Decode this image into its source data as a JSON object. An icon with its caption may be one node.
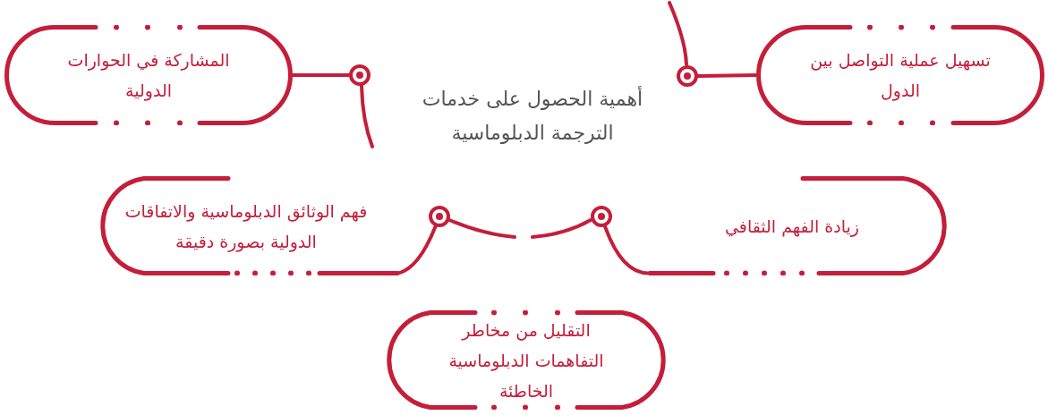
{
  "diagram": {
    "title": "أهمية الحصول على خدمات الترجمة الدبلوماسية",
    "nodes": [
      {
        "text": [
          "المشاركة في الحوارات الدولية"
        ]
      },
      {
        "text": [],
        "shape": "circle"
      },
      {
        "text": [
          "تسهيل عملية التواصل بين الدول"
        ]
      },
      {
        "text": [],
        "shape": "circle"
      },
      {
        "text": [
          "فهم الوثائق الدبلوماسية والاتفاقات الدولية بصورة دقيقة"
        ]
      },
      {
        "text": [],
        "shape": "circle"
      },
      {
        "text": [],
        "shape": "circle"
      },
      {
        "text": [
          "زيادة الفهم الثقافي"
        ]
      },
      {
        "text": [
          "التقليل من مخاطر التفاهمات الدبلوماسية الخاطئة"
        ]
      }
    ],
    "edges": [
      {
        "from": 1,
        "to": 0,
        "arrow": "none"
      },
      {
        "from": 3,
        "to": 2,
        "arrow": "none"
      },
      {
        "from": 5,
        "to": 4,
        "arrow": "none"
      },
      {
        "from": 6,
        "to": 7,
        "arrow": "none"
      }
    ]
  }
}
